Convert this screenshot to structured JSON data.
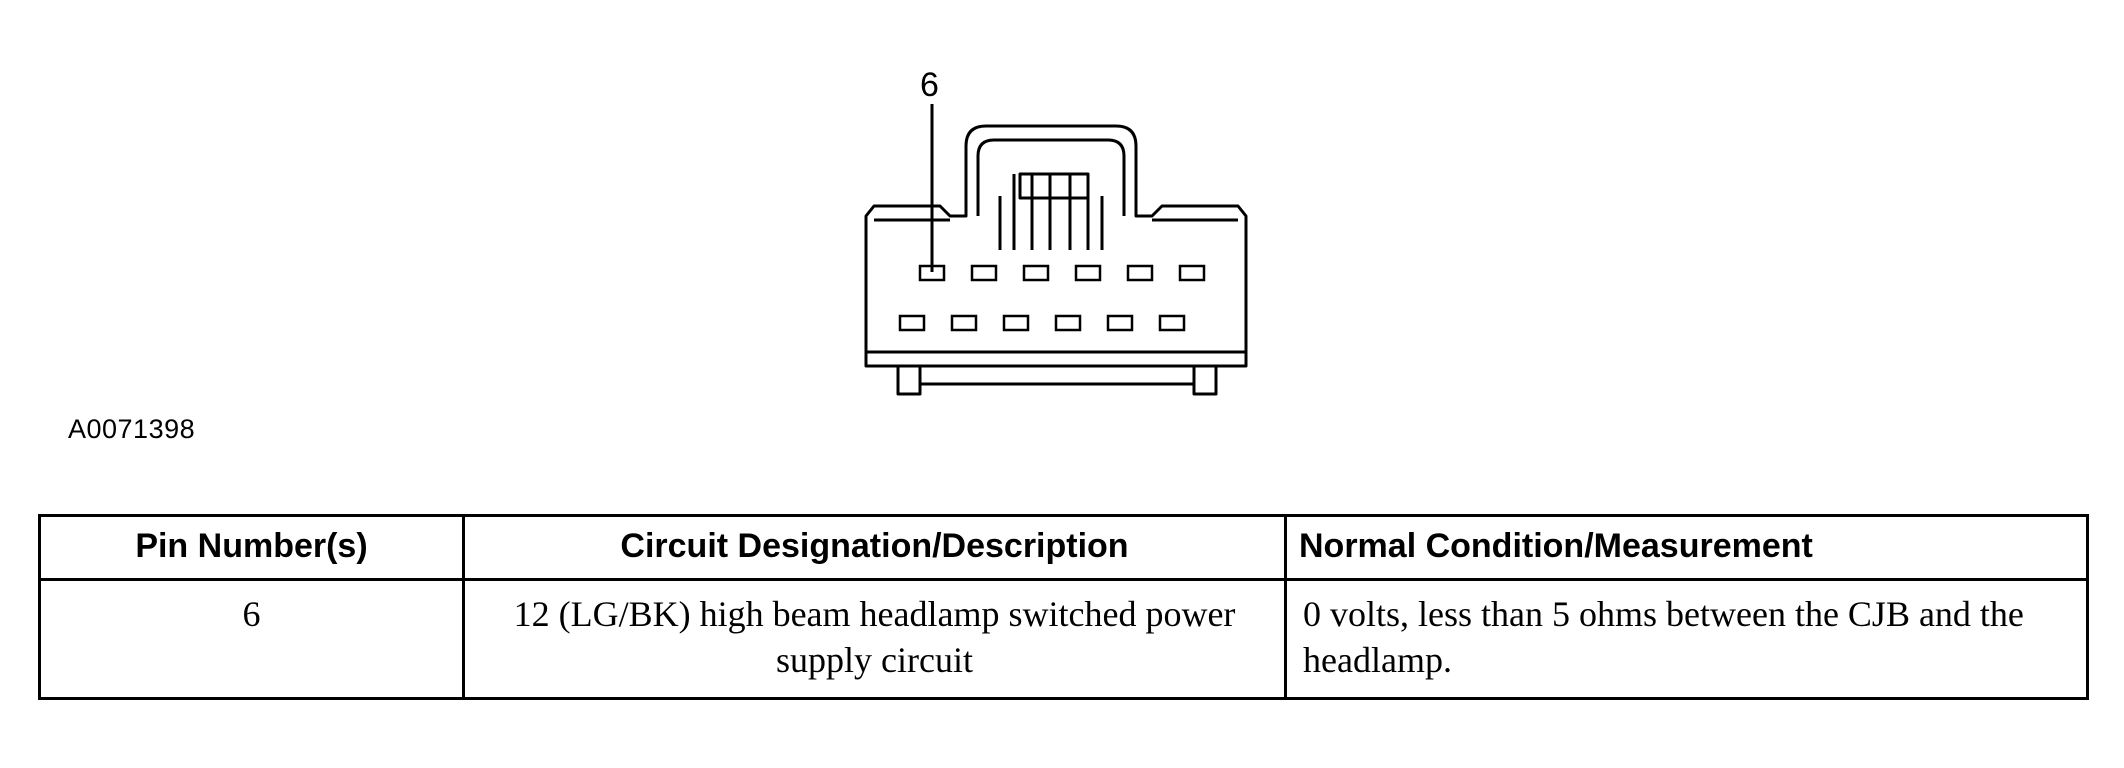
{
  "diagram": {
    "callout_label": "6",
    "figure_id": "A0071398"
  },
  "table": {
    "headers": [
      "Pin Number(s)",
      "Circuit Designation/Description",
      "Normal Condition/Measurement"
    ],
    "rows": [
      [
        "6",
        "12 (LG/BK) high beam headlamp switched power supply circuit",
        "0 volts, less than 5 ohms between the CJB and the headlamp."
      ]
    ]
  }
}
